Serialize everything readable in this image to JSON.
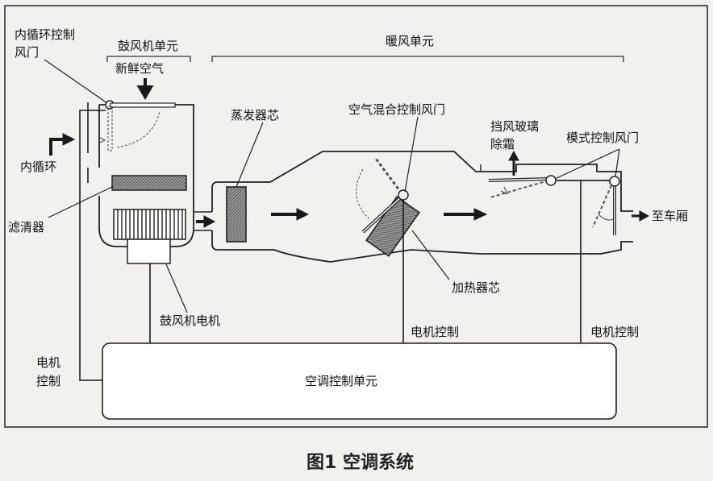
{
  "labels": {
    "recirc_door": [
      "内循环控制",
      "风门"
    ],
    "blower_unit": "鼓风机单元",
    "heater_unit": "暖风单元",
    "fresh_air": "新鲜空气",
    "recirculation": "内循环",
    "filter": "滤清器",
    "evaporator": "蒸发器芯",
    "air_mix_door": "空气混合控制风门",
    "defrost": [
      "挡风玻璃",
      "除霜"
    ],
    "mode_door": "模式控制风门",
    "to_cabin": "至车厢",
    "heater_core": "加热器芯",
    "blower_motor": "鼓风机电机",
    "motor_control_left": [
      "电机",
      "控制"
    ],
    "motor_control_mid": "电机控制",
    "motor_control_right": "电机控制",
    "ac_control_unit": "空调控制单元"
  },
  "caption": "图1 空调系统",
  "colors": {
    "line": "#1a1a1a",
    "hatch": "#777777",
    "paper": "#f3f1ee"
  }
}
